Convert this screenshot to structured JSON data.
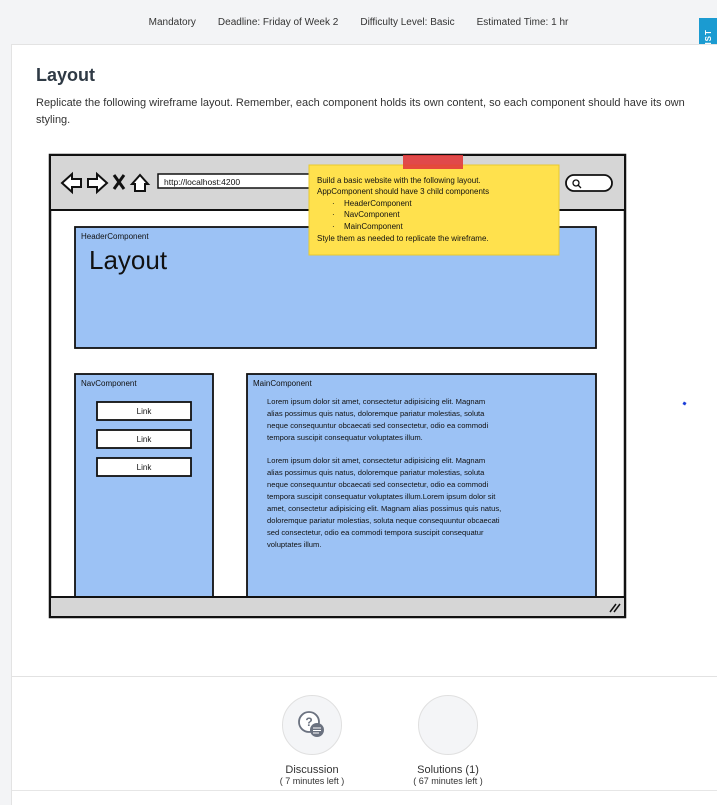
{
  "meta": {
    "mandatory": "Mandatory",
    "deadline": "Deadline: Friday of Week 2",
    "difficulty": "Difficulty Level: Basic",
    "estimated": "Estimated Time: 1 hr"
  },
  "checklist_label": "CHECKLIST",
  "page": {
    "title": "Layout",
    "description": "Replicate the following wireframe layout. Remember, each component holds its own content, so each component should have its own styling."
  },
  "wireframe": {
    "url": "http://localhost:4200",
    "sticky_note": [
      "Build a basic website with the following layout.",
      "AppComponent should have 3 child components",
      "HeaderComponent",
      "NavComponent",
      "MainComponent",
      "Style them as needed to replicate the wireframe."
    ],
    "header_label": "HeaderComponent",
    "header_title": "Layout",
    "nav_label": "NavComponent",
    "links": [
      "Link",
      "Link",
      "Link"
    ],
    "main_label": "MainComponent",
    "paragraph1": [
      "Lorem ipsum dolor sit amet, consectetur adipisicing elit. Magnam",
      "alias possimus quis natus, doloremque pariatur molestias, soluta",
      "neque consequuntur obcaecati sed consectetur, odio ea commodi",
      "tempora suscipit consequatur voluptates illum."
    ],
    "paragraph2": [
      "Lorem ipsum dolor sit amet, consectetur adipisicing elit. Magnam",
      "alias possimus quis natus, doloremque pariatur molestias, soluta",
      "neque consequuntur obcaecati sed consectetur, odio ea commodi",
      "tempora suscipit consequatur voluptates illum.Lorem ipsum dolor sit",
      "amet, consectetur adipisicing elit. Magnam alias possimus quis natus,",
      "doloremque pariatur molestias, soluta neque consequuntur obcaecati",
      "sed consectetur, odio ea commodi tempora suscipit consequatur",
      "voluptates illum."
    ]
  },
  "actions": {
    "discussion_label": "Discussion",
    "discussion_sub": "( 7 minutes left )",
    "solutions_label": "Solutions (1)",
    "solutions_sub": "( 67 minutes left )"
  },
  "colors": {
    "accent": "#1b9bd1",
    "wire_blue": "#9cc2f5",
    "sticky": "#ffe14d",
    "tape": "#e23b3b"
  }
}
